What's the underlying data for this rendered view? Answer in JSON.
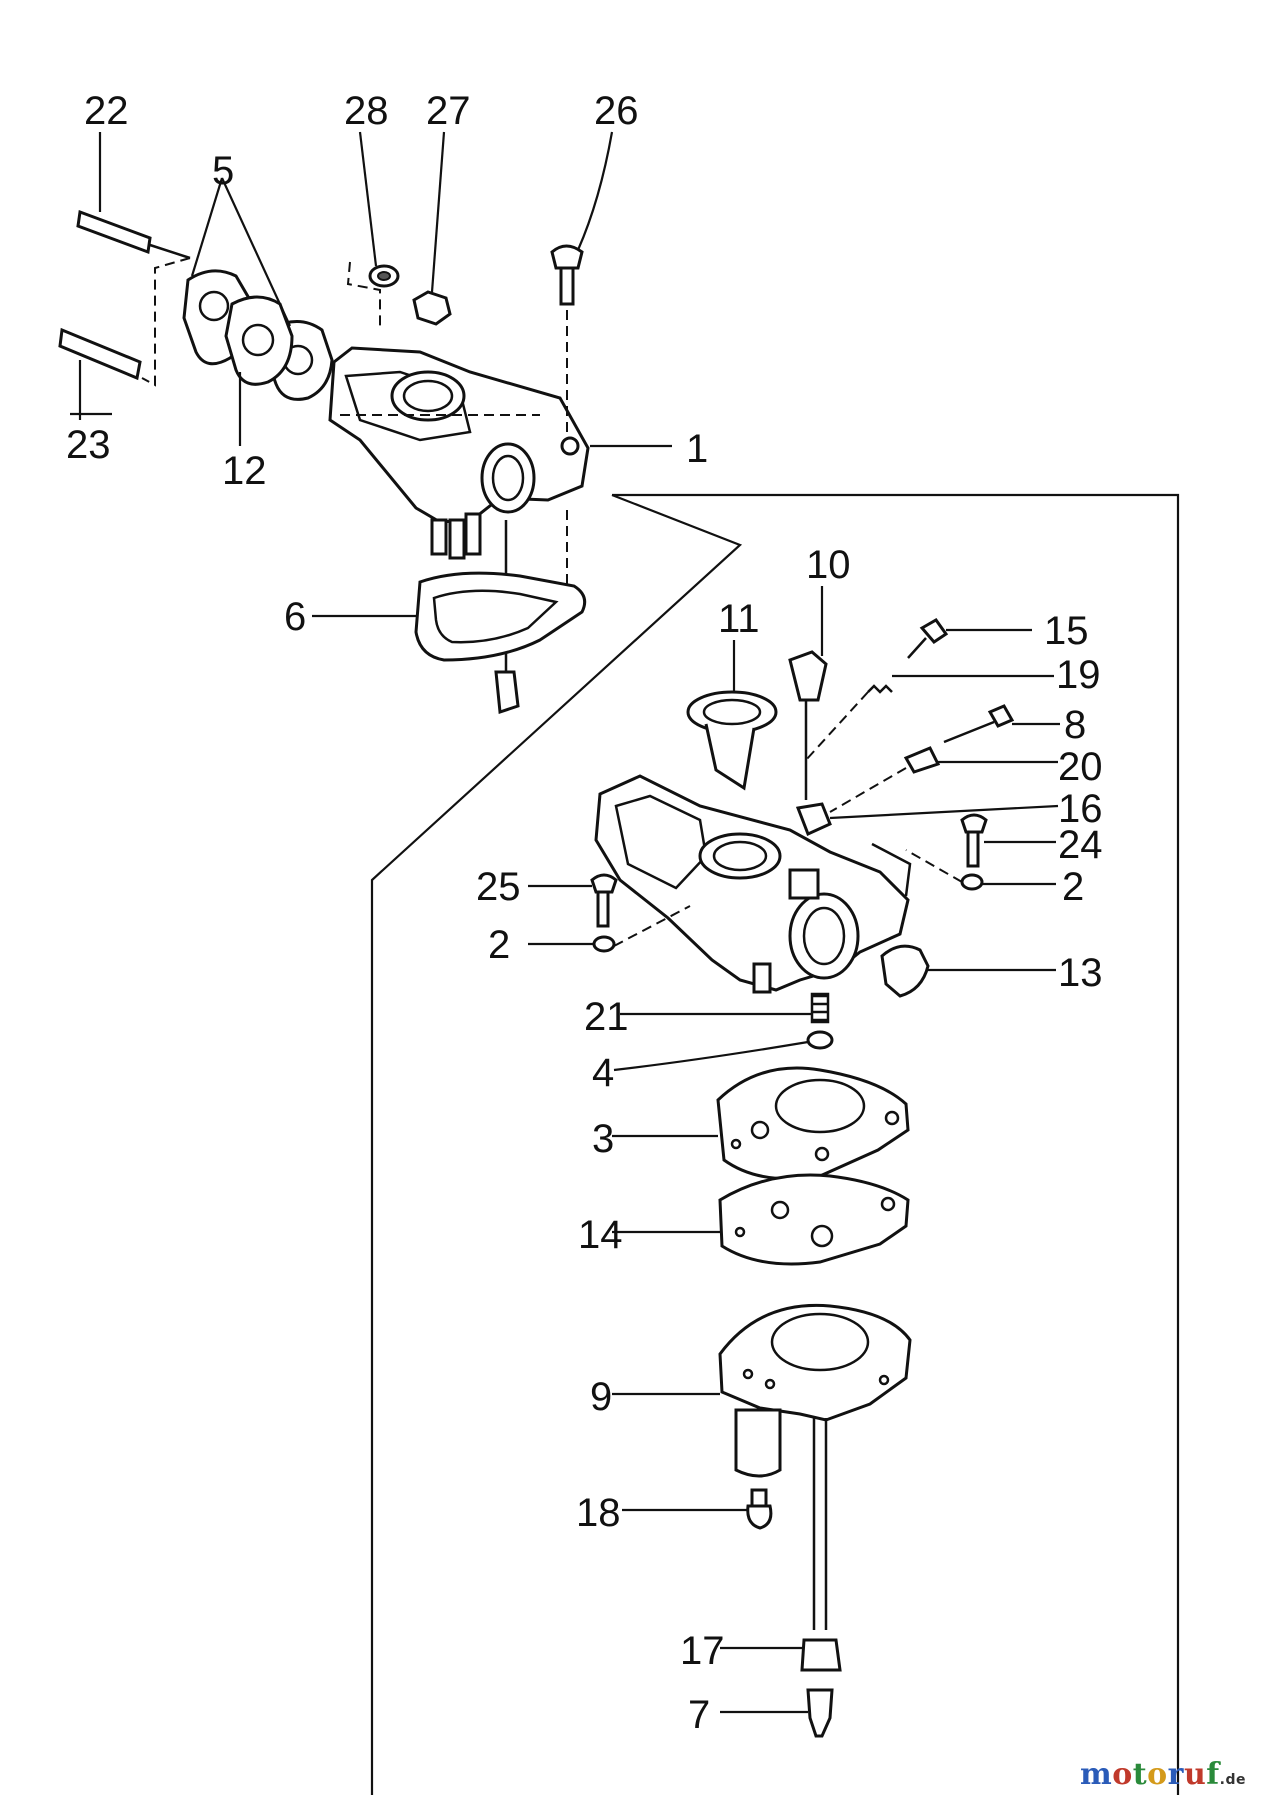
{
  "diagram": {
    "labels": {
      "l22": "22",
      "l5": "5",
      "l28": "28",
      "l27": "27",
      "l26": "26",
      "l23": "23",
      "l12": "12",
      "l1": "1",
      "l6": "6",
      "l10": "10",
      "l11": "11",
      "l15": "15",
      "l19": "19",
      "l8": "8",
      "l20": "20",
      "l16": "16",
      "l24": "24",
      "l2a": "2",
      "l25": "25",
      "l2b": "2",
      "l13": "13",
      "l21": "21",
      "l4": "4",
      "l3": "3",
      "l14": "14",
      "l9": "9",
      "l18": "18",
      "l17": "17",
      "l7": "7"
    }
  },
  "watermark": {
    "p1": "m",
    "p2": "o",
    "p3": "t",
    "p4": "o",
    "p5": "r",
    "p6": "u",
    "p7": "f",
    "suffix": ".de"
  }
}
